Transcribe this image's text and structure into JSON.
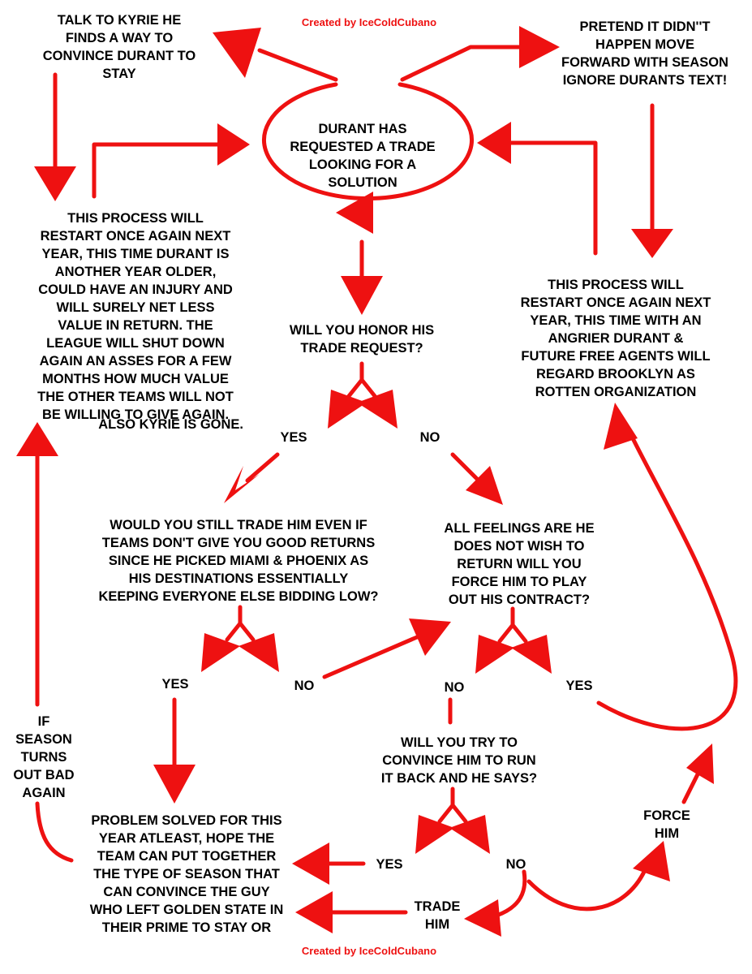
{
  "credit_top": "Created by IceColdCubano",
  "credit_bottom": "Created by IceColdCubano",
  "colors": {
    "arrow": "#ee1111",
    "text": "#000000",
    "background": "#ffffff"
  },
  "nodes": {
    "start": "DURANT HAS\nREQUESTED A TRADE\nLOOKING FOR A\nSOLUTION",
    "talk_to_kyrie": "TALK TO KYRIE HE\nFINDS A WAY TO\nCONVINCE DURANT TO\nSTAY",
    "pretend": "PRETEND IT DIDN''T\nHAPPEN MOVE\nFORWARD WITH SEASON\nIGNORE DURANTS TEXT!",
    "restart_left": "THIS PROCESS WILL\nRESTART ONCE AGAIN NEXT\nYEAR, THIS TIME DURANT IS\nANOTHER YEAR OLDER,\nCOULD HAVE AN INJURY AND\nWILL SURELY NET LESS\nVALUE IN RETURN. THE\nLEAGUE WILL SHUT DOWN\nAGAIN AN ASSES FOR A FEW\nMONTHS HOW MUCH VALUE\nTHE OTHER TEAMS WILL NOT\nBE WILLING TO GIVE AGAIN.",
    "restart_left_footer": "ALSO KYRIE IS GONE.",
    "restart_right": "THIS PROCESS WILL\nRESTART ONCE AGAIN NEXT\nYEAR, THIS TIME WITH AN\nANGRIER DURANT &\nFUTURE FREE AGENTS WILL\nREGARD BROOKLYN AS\nROTTEN ORGANIZATION",
    "honor_question": "WILL YOU HONOR HIS\nTRADE REQUEST?",
    "yes_1": "YES",
    "no_1": "NO",
    "still_trade_question": "WOULD YOU STILL TRADE HIM EVEN IF\nTEAMS DON'T GIVE YOU GOOD RETURNS\nSINCE HE PICKED MIAMI & PHOENIX AS\nHIS DESTINATIONS ESSENTIALLY\nKEEPING EVERYONE ELSE BIDDING LOW?",
    "force_question": "ALL FEELINGS ARE HE\nDOES NOT WISH TO\nRETURN WILL YOU\nFORCE HIM TO PLAY\nOUT HIS CONTRACT?",
    "yes_2": "YES",
    "no_2": "NO",
    "no_3": "NO",
    "yes_3": "YES",
    "if_season": "IF\nSEASON\nTURNS\nOUT BAD\nAGAIN",
    "convince_question": "WILL YOU TRY TO\nCONVINCE HIM TO RUN\nIT BACK AND HE SAYS?",
    "yes_4": "YES",
    "no_4": "NO",
    "problem_solved": "PROBLEM SOLVED FOR THIS\nYEAR ATLEAST, HOPE THE\nTEAM CAN PUT TOGETHER\nTHE TYPE OF SEASON THAT\nCAN CONVINCE THE GUY\nWHO LEFT GOLDEN STATE IN\nTHEIR PRIME TO STAY OR",
    "force_him": "FORCE\nHIM",
    "trade_him": "TRADE\nHIM"
  }
}
